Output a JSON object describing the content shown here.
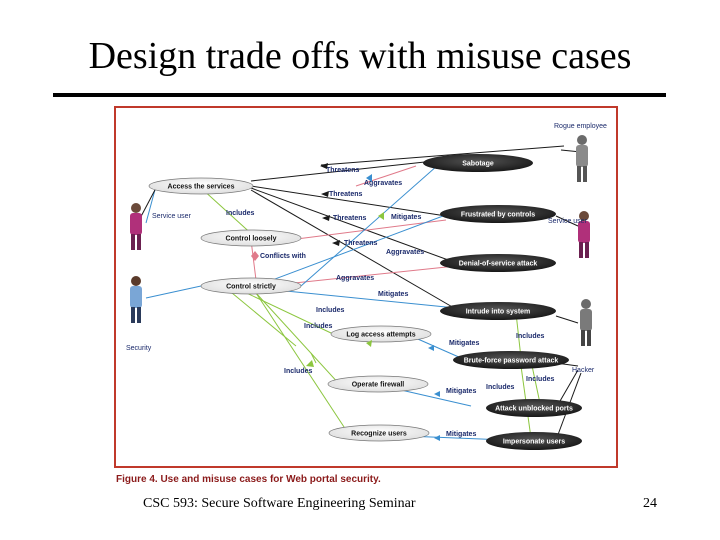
{
  "slide": {
    "title": "Design trade offs with misuse cases",
    "footer": "CSC 593: Secure Software Engineering Seminar",
    "page_number": "24"
  },
  "figure": {
    "caption": "Figure 4. Use and misuse cases for Web portal security.",
    "actors": {
      "rogue": "Rogue employee",
      "service_user_left": "Service user",
      "service_user_right": "Service user",
      "security": "Security",
      "hacker": "Hacker"
    },
    "use_cases": {
      "access": "Access the services",
      "control_loosely": "Control loosely",
      "control_strictly": "Control strictly",
      "log_access": "Log access attempts",
      "operate_firewall": "Operate firewall",
      "recognize_users": "Recognize users"
    },
    "misuse_cases": {
      "sabotage": "Sabotage",
      "frustrated": "Frustrated by controls",
      "dos": "Denial-of-service attack",
      "intrude": "Intrude into system",
      "brute_force": "Brute-force password attack",
      "attack_ports": "Attack unblocked ports",
      "impersonate": "Impersonate users"
    },
    "relations": {
      "threatens_1": "Threatens",
      "threatens_2": "Threatens",
      "threatens_3": "Threatens",
      "threatens_4": "Threatens",
      "aggravates_1": "Aggravates",
      "aggravates_2": "Aggravates",
      "aggravates_3": "Aggravates",
      "mitigates_1": "Mitigates",
      "mitigates_2": "Mitigates",
      "mitigates_3": "Mitigates",
      "mitigates_4": "Mitigates",
      "mitigates_5": "Mitigates",
      "includes_1": "Includes",
      "includes_2": "Includes",
      "includes_3": "Includes",
      "includes_4": "Includes",
      "includes_5": "Includes",
      "includes_6": "Includes",
      "includes_7": "Includes",
      "conflicts": "Conflicts with"
    }
  },
  "colors": {
    "frame": "#c0392b",
    "misuse_fill": "#1a1a1a",
    "use_fill": "#ffffff",
    "threat_line": "#1a1a1a",
    "mitigate_line": "#3a8fd0",
    "aggravate_line": "#e07a8a",
    "include_line": "#8cc63f"
  }
}
